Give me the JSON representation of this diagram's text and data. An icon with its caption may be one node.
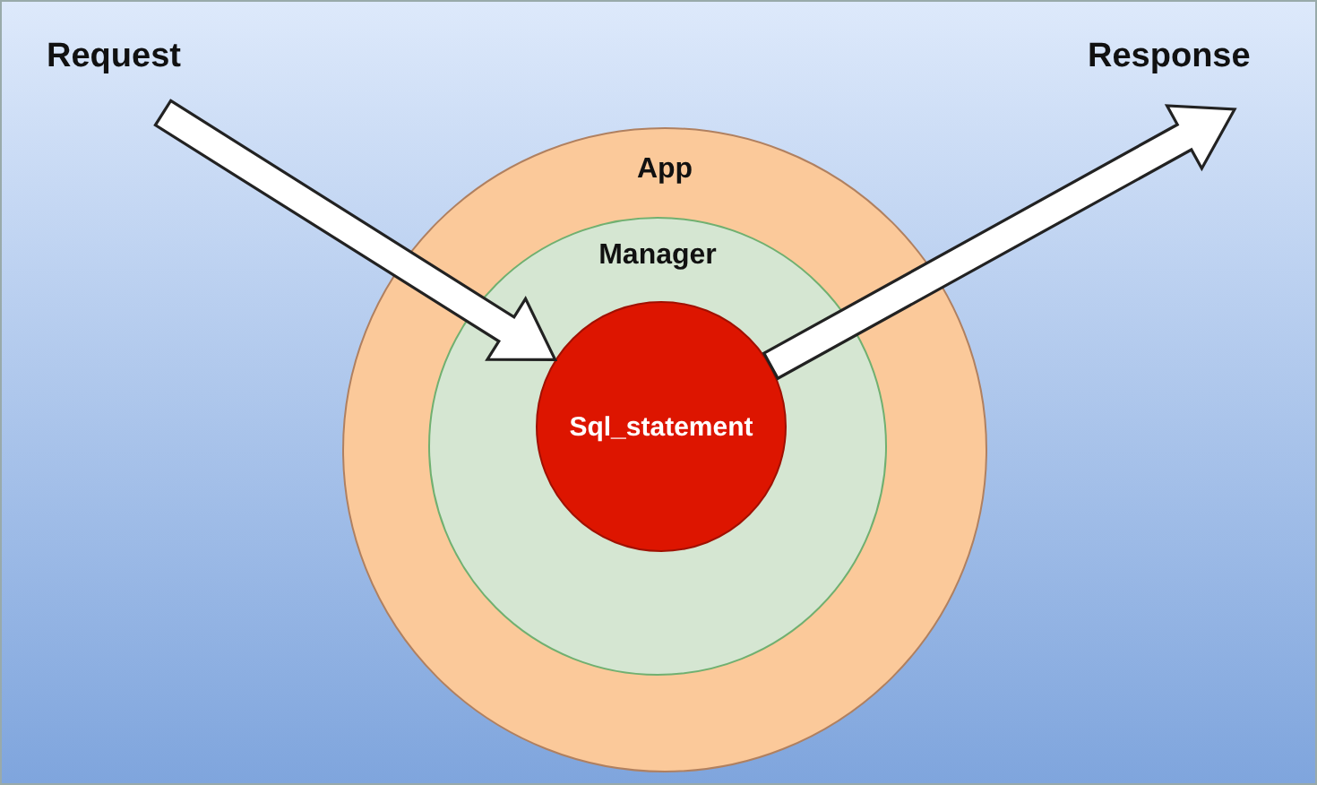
{
  "diagram": {
    "nodes": [
      {
        "text": [
          "Request"
        ]
      },
      {
        "text": [
          "App"
        ]
      },
      {
        "text": [
          "Manager"
        ],
        "in": 1
      },
      {
        "text": [
          "Sql_statement"
        ],
        "in": 2
      },
      {
        "text": [
          "Response"
        ]
      }
    ],
    "edges": [
      {
        "from": 0,
        "to": 3,
        "arrow": "to"
      },
      {
        "from": 3,
        "to": 4,
        "arrow": "to"
      }
    ]
  }
}
